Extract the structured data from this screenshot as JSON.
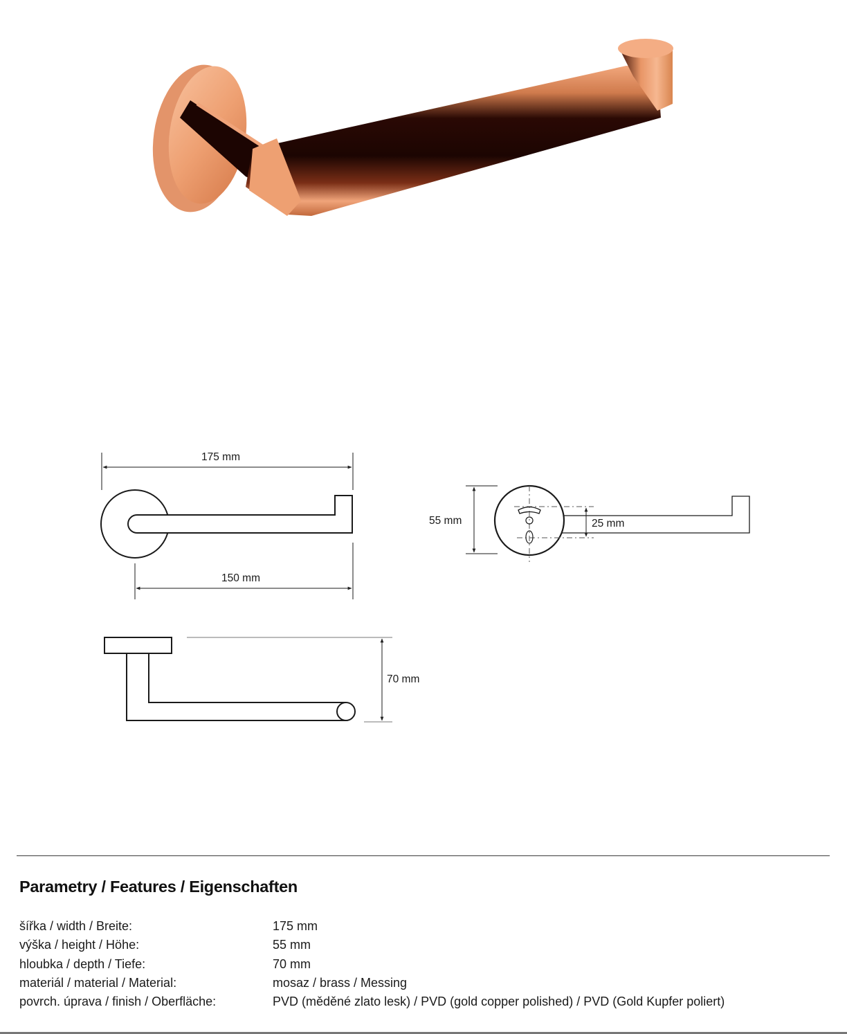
{
  "product_image": {
    "alt": "Copper toilet roll holder",
    "colors": {
      "highlight": "#f6b08a",
      "mid": "#e58a5c",
      "shadow": "#3a0f06",
      "dark": "#1c0502"
    }
  },
  "drawings": {
    "front_view": {
      "width_label": "175 mm",
      "arm_label": "150 mm"
    },
    "side_view": {
      "height_label": "55 mm",
      "holes_label": "25 mm"
    },
    "top_view": {
      "depth_label": "70 mm"
    }
  },
  "features": {
    "title": "Parametry / Features / Eigenschaften",
    "rows": [
      {
        "label": "šířka / width / Breite:",
        "value": "175 mm"
      },
      {
        "label": "výška / height / Höhe:",
        "value": "55 mm"
      },
      {
        "label": "hloubka / depth / Tiefe:",
        "value": "70 mm"
      },
      {
        "label": "materiál / material / Material:",
        "value": "mosaz / brass / Messing"
      },
      {
        "label": "povrch. úprava / finish / Oberfläche:",
        "value": "PVD (měděné zlato lesk) / PVD (gold copper polished) / PVD (Gold Kupfer poliert)"
      }
    ]
  }
}
